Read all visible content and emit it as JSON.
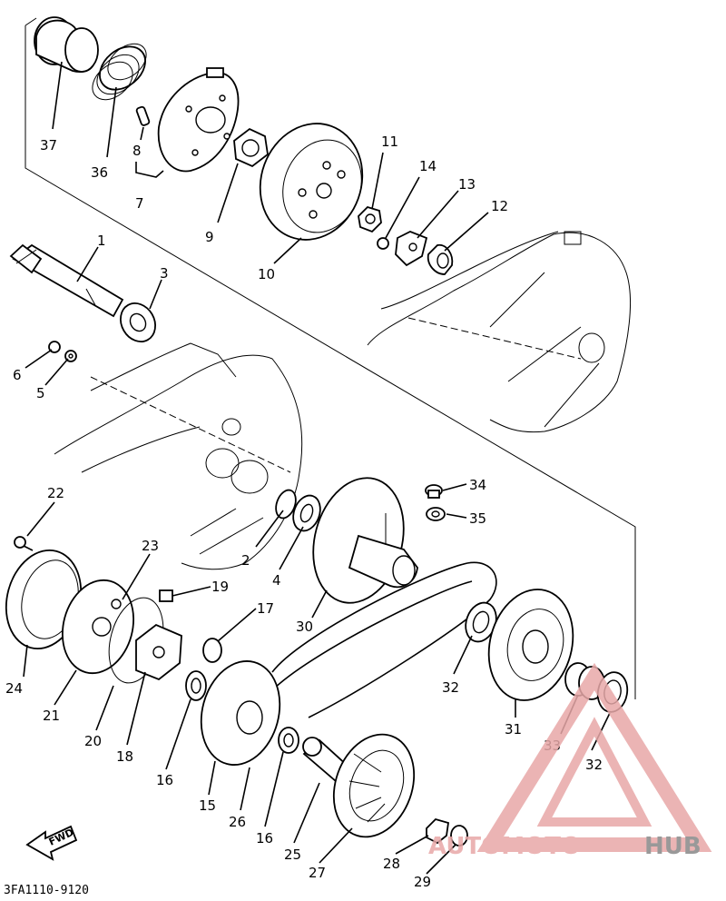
{
  "figure_code": "3FA1110-9120",
  "fwd_label": "FWD",
  "watermark": {
    "part1": "AUTOMOTO",
    "part2": "HUB",
    "color_a": "#e8a8a8",
    "color_b": "#888888"
  },
  "callouts": {
    "p1": "1",
    "p2": "2",
    "p3": "3",
    "p4": "4",
    "p5": "5",
    "p6": "6",
    "p7": "7",
    "p8": "8",
    "p9": "9",
    "p10": "10",
    "p11": "11",
    "p12": "12",
    "p13": "13",
    "p14": "14",
    "p15": "15",
    "p16a": "16",
    "p16b": "16",
    "p17": "17",
    "p18": "18",
    "p19": "19",
    "p20": "20",
    "p21": "21",
    "p22": "22",
    "p23": "23",
    "p24": "24",
    "p25": "25",
    "p26": "26",
    "p27": "27",
    "p28": "28",
    "p29": "29",
    "p30": "30",
    "p31": "31",
    "p32a": "32",
    "p32b": "32",
    "p33": "33",
    "p34": "34",
    "p35": "35",
    "p36": "36",
    "p37": "37"
  }
}
